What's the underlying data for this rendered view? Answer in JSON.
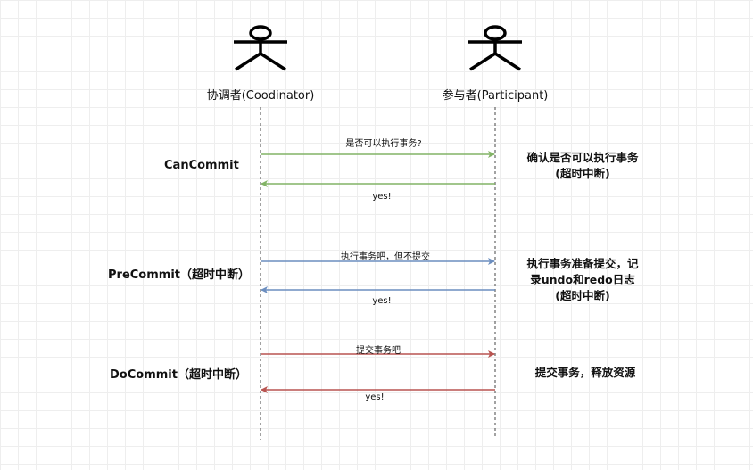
{
  "actors": {
    "coordinator": "协调者(Coodinator)",
    "participant": "参与者(Participant)"
  },
  "phases": {
    "can_commit": {
      "label": "CanCommit",
      "request": "是否可以执行事务?",
      "reply": "yes!",
      "action_line1": "确认是否可以执行事务",
      "action_line2": "(超时中断)",
      "color": "#82b366"
    },
    "pre_commit": {
      "label": "PreCommit（超时中断）",
      "request": "执行事务吧，但不提交",
      "reply": "yes!",
      "action_line1": "执行事务准备提交，记",
      "action_line2": "录undo和redo日志",
      "action_line3": "(超时中断)",
      "color": "#6c8ebf"
    },
    "do_commit": {
      "label": "DoCommit（超时中断）",
      "request": "提交事务吧",
      "reply": "yes!",
      "action_line1": "提交事务，释放资源",
      "color": "#b85450"
    }
  }
}
